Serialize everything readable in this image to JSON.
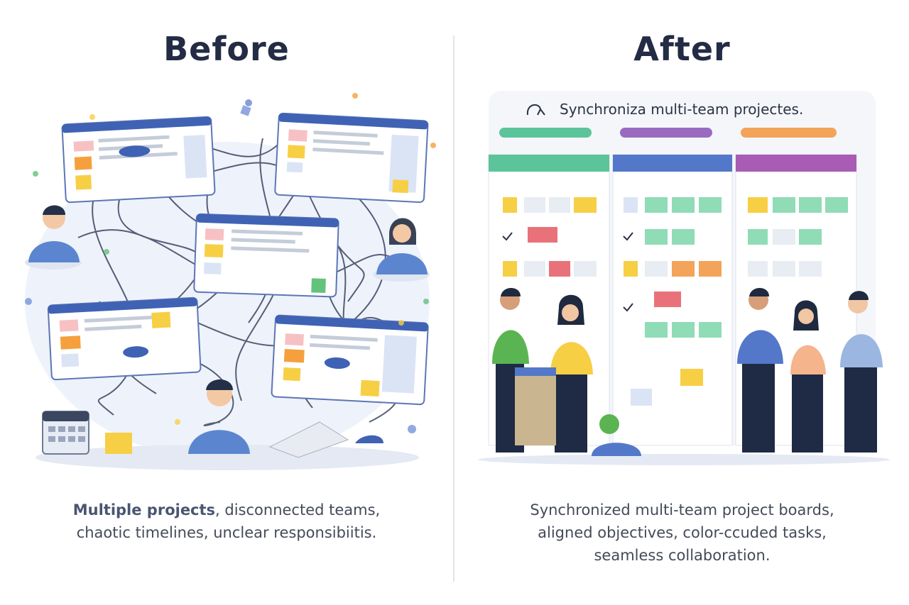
{
  "before": {
    "title": "Before",
    "caption_strong": "Multiple projects",
    "caption_rest": ", disconnected teams,",
    "caption_line2": "chaotic timelines, unclear responsibiitis."
  },
  "after": {
    "title": "After",
    "board_title": "Synchroniza multi-team projectes.",
    "caption_line1": "Synchronized multi-team project boards,",
    "caption_line2": "aligned objectives, color-ccuded tasks,",
    "caption_line3": "seamless collaboration."
  },
  "colors": {
    "title": "#232b45",
    "window_blue": "#3f62b4",
    "sticky_yellow": "#f7cf45",
    "sticky_orange": "#f5a03c",
    "column_green": "#5cc49a",
    "column_blue": "#5478c9",
    "column_purple": "#a85cb3",
    "task_green": "#8fdcb6",
    "task_red": "#e9727a",
    "task_orange": "#f3a35a"
  }
}
